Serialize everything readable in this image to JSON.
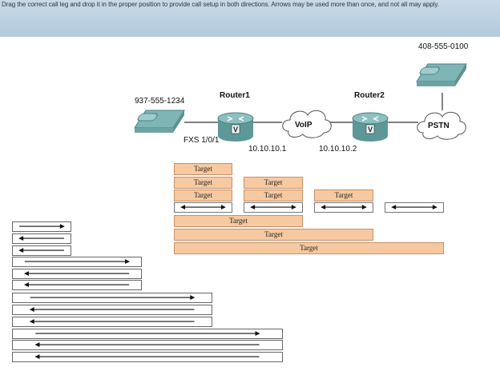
{
  "instructions": "Drag the correct call leg and drop it in the proper position to provide call setup in both directions. Arrows may be used more than once, and not all may apply.",
  "colors": {
    "banner": "#bcd0e1",
    "target_fill": "#f6c9a0",
    "target_border": "#c89068",
    "device": "#6fa6a6"
  },
  "topology": {
    "phone_left_number": "937-555-1234",
    "phone_right_number": "408-555-0100",
    "router1_label": "Router1",
    "router2_label": "Router2",
    "voip_label": "VoIP",
    "pstn_label": "PSTN",
    "fxs_port": "FXS 1/0/1",
    "router1_ip": "10.10.10.1",
    "router2_ip": "10.10.10.2"
  },
  "targets": [
    "Target",
    "Target",
    "Target",
    "Target",
    "Target",
    "Target",
    "Target",
    "Target",
    "Target"
  ],
  "placed_arrows": [
    "double",
    "double",
    "double",
    "double"
  ],
  "arrow_bank": [
    "right",
    "left",
    "left",
    "right",
    "left",
    "left",
    "right",
    "left",
    "left",
    "right",
    "left",
    "left"
  ]
}
